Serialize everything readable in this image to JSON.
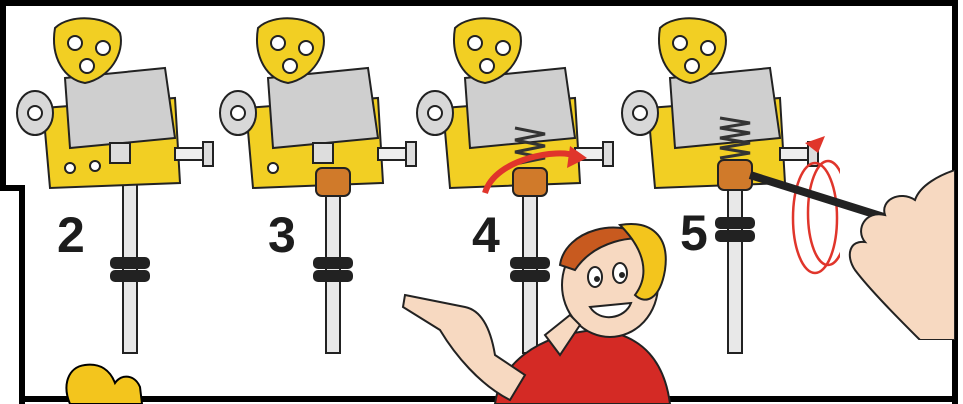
{
  "steps": [
    {
      "number": "2"
    },
    {
      "number": "3"
    },
    {
      "number": "4"
    },
    {
      "number": "5"
    }
  ],
  "colors": {
    "bracket_yellow": "#f2cf23",
    "collar_orange": "#d07a2a",
    "arrow_red": "#e0352b",
    "shirt_red": "#d42a25",
    "cap_yellow": "#f3c51d",
    "hair_orange": "#c85a1f",
    "skin": "#f7d9c1",
    "border": "#000000"
  },
  "icons": [
    "hex-key",
    "rotation-arrow",
    "pointing-boy",
    "hand-holding-key"
  ]
}
